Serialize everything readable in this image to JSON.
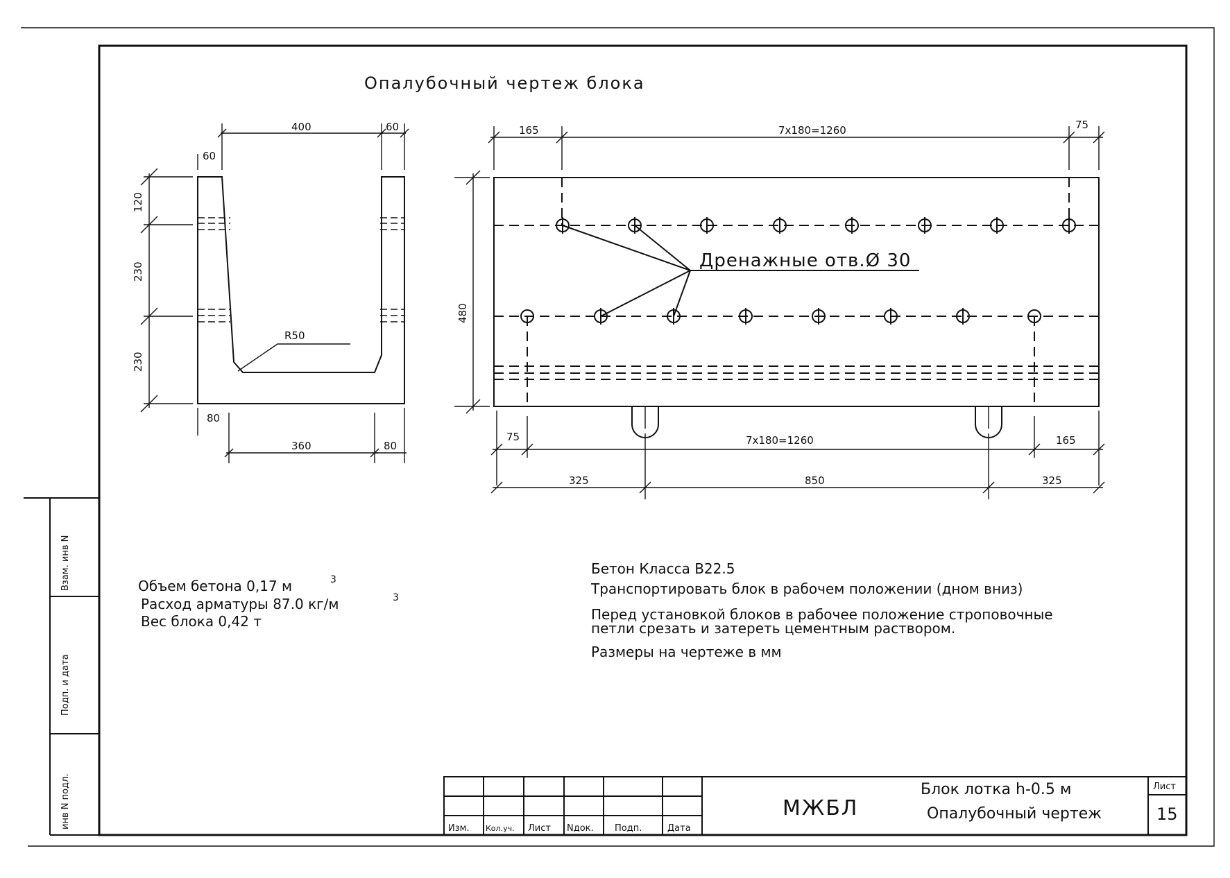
{
  "title": "Опалубочный чертеж блока",
  "section": {
    "top_inner": "400",
    "top_wall_right": "60",
    "top_wall_left": "60",
    "heights": [
      "120",
      "230",
      "230"
    ],
    "radius": "R50",
    "bottom_left": "80",
    "bottom_inner": "360",
    "bottom_right": "80"
  },
  "elevation": {
    "top_left": "165",
    "top_middle": "7x180=1260",
    "top_right": "75",
    "height": "480",
    "holes_label": "Дренажные отв.Ø 30",
    "mid_left": "75",
    "mid_middle": "7x180=1260",
    "mid_right": "165",
    "bot_left": "325",
    "bot_middle": "850",
    "bot_right": "325"
  },
  "specs": {
    "concrete_volume": "Объем бетона 0,17 м",
    "concrete_volume_sup": "3",
    "reinforcement": "Расход арматуры 87.0 кг/м",
    "reinforcement_sup": "3",
    "weight": "Вес блока 0,42 т"
  },
  "notes": [
    "Бетон Класса В22.5",
    "Транспортировать блок в рабочем положении (дном вниз)",
    "Перед установкой блоков в рабочее положение строповочные",
    "петли срезать и затереть цементным раствором.",
    "Размеры на чертеже в мм"
  ],
  "side_stamp": {
    "field1": "Взам. инв N",
    "field2": "Подп. и дата",
    "field3": "инв N подл."
  },
  "title_block": {
    "headers": [
      "Изм.",
      "Кол.уч.",
      "Лист",
      "Nдок.",
      "Подп.",
      "Дата"
    ],
    "code": "МЖБЛ",
    "name_line1": "Блок лотка h-0.5 м",
    "name_line2": "Опалубочный чертеж",
    "sheet_label": "Лист",
    "sheet_number": "15"
  }
}
